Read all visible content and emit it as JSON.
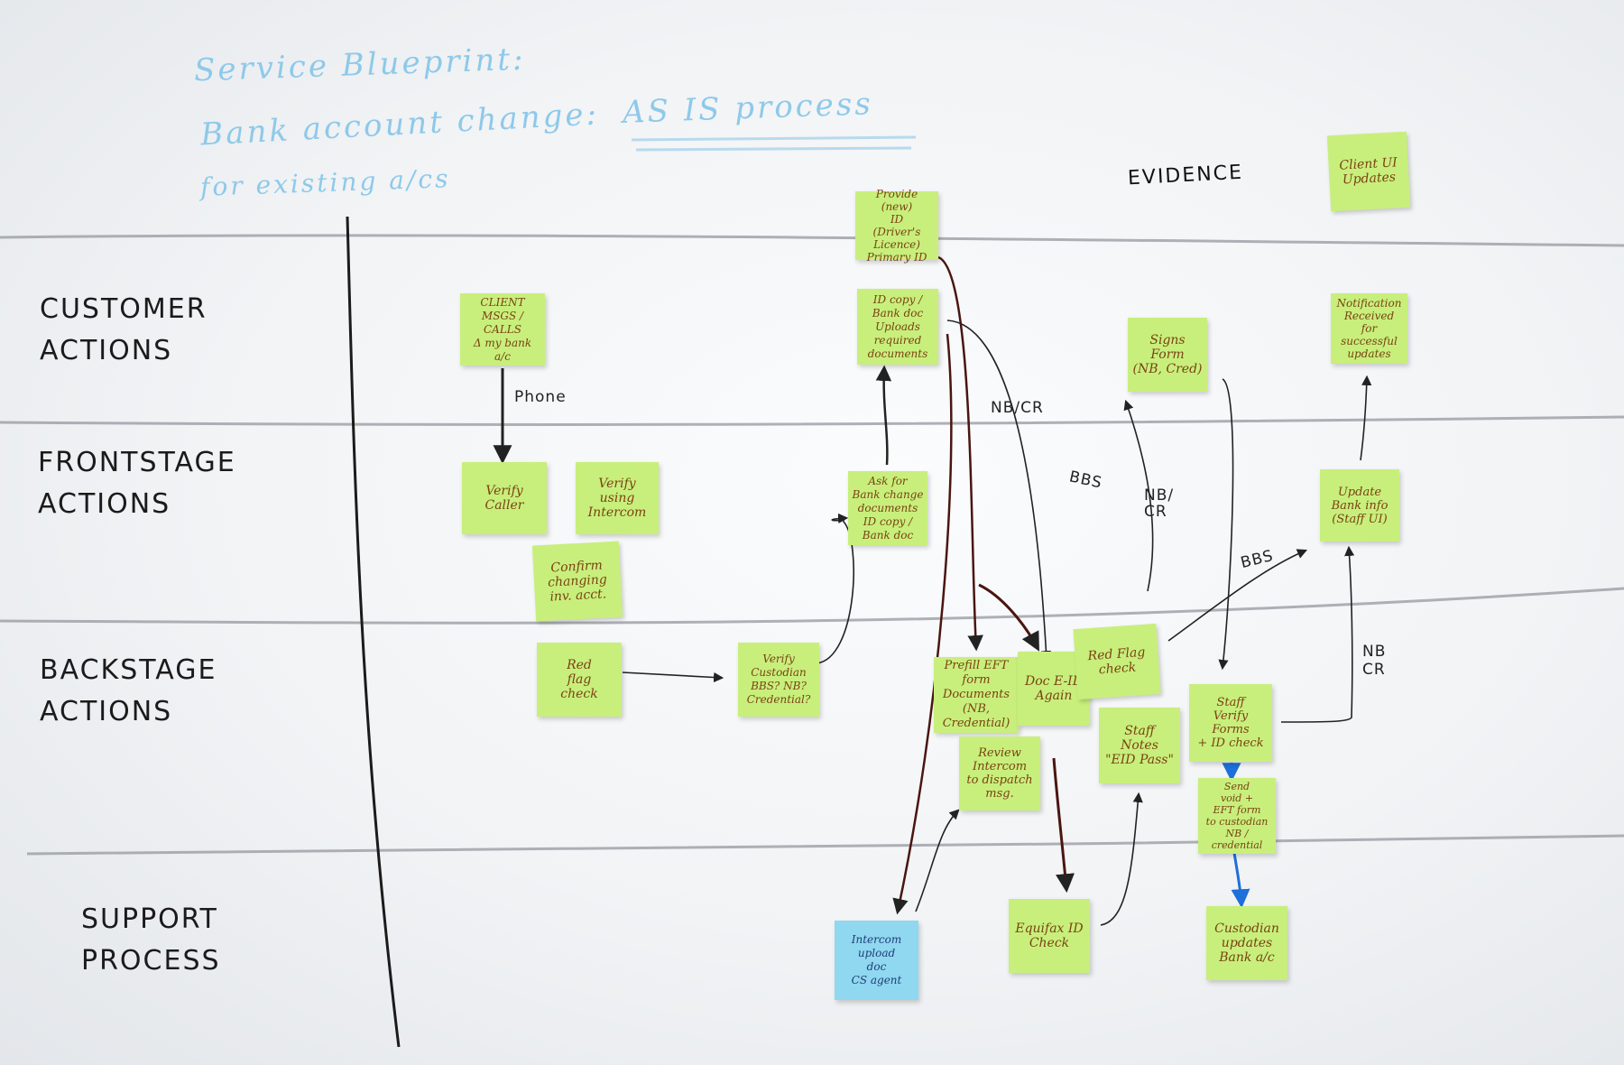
{
  "title": {
    "line1": "Service Blueprint:",
    "line2_prefix": "Bank account change:",
    "line2_highlight": "AS IS process",
    "line3": "for existing a/cs"
  },
  "evidence_label": "EVIDENCE",
  "lanes": [
    {
      "label": "CUSTOMER\nACTIONS"
    },
    {
      "label": "FRONTSTAGE\nACTIONS"
    },
    {
      "label": "BACKSTAGE\nACTIONS"
    },
    {
      "label": "SUPPORT\nPROCESS"
    }
  ],
  "arrow_labels": {
    "phone": "Phone",
    "nb_cr_1": "NB/CR",
    "bbs_1": "BBS",
    "nb_cr_2": "NB/\nCR",
    "bbs_2": "BBS",
    "nb_cr_3": "NB\nCR"
  },
  "notes": {
    "client_ui_updates": "Client UI\nUpdates",
    "provide_id": "Provide (new)\nID\n(Driver's Licence)\nPrimary ID",
    "uploads_docs": "ID copy / Bank doc\nUploads\nrequired\ndocuments",
    "client_msgs": "CLIENT\nMSGS /\nCALLS\nΔ my bank a/c",
    "signs_form": "Signs\nForm\n(NB, Cred)",
    "notification": "Notification\nReceived\nfor successful\nupdates",
    "verify_caller": "Verify\nCaller",
    "verify_intercom": "Verify\nusing\nIntercom",
    "ask_bank_docs": "Ask for\nBank change\ndocuments\nID copy / Bank doc",
    "update_bank": "Update\nBank info\n(Staff UI)",
    "confirm_changing": "Confirm\nchanging\ninv. acct.",
    "red_flag_1": "Red\nflag\ncheck",
    "verify_custodian": "Verify\nCustodian\nBBS? NB?\nCredential?",
    "prefill_eft": "Prefill EFT form\nDocuments\n(NB, Credential)",
    "doc_eid": "Doc E-ID\nAgain",
    "red_flag_2": "Red Flag\ncheck",
    "staff_verify": "Staff\nVerify\nForms\n+ ID check",
    "staff_notes": "Staff\nNotes\n\"EID Pass\"",
    "review_intercom": "Review\nIntercom\nto dispatch\nmsg.",
    "send_eft": "Send\nvoid +\nEFT form\nto custodian\nNB / credential",
    "intercom_upload": "Intercom\nupload\ndoc\nCS agent",
    "equifax": "Equifax ID\nCheck",
    "custodian_updates": "Custodian\nupdates\nBank a/c"
  },
  "colors": {
    "note_green": "#c8ef7c",
    "note_blue": "#8fd8ef",
    "title_blue": "#8ec9ea",
    "marker_black": "#1b1b1b",
    "marker_brown": "#4a1510",
    "marker_blue": "#1e6fd9"
  }
}
